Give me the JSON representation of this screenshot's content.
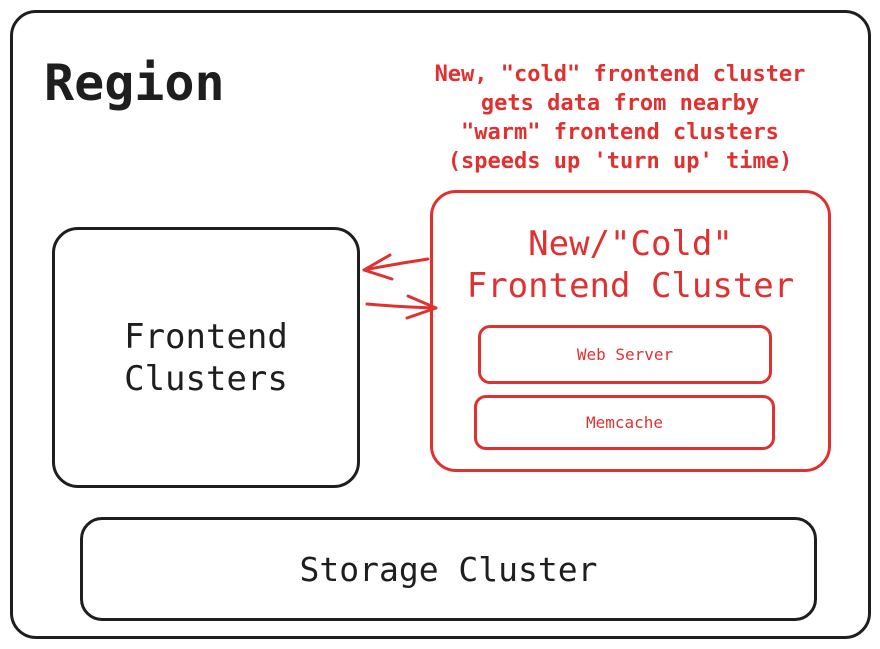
{
  "region": {
    "title": "Region"
  },
  "annotation": {
    "lines": [
      "New, \"cold\" frontend cluster",
      "gets data from nearby",
      "\"warm\" frontend clusters",
      "(speeds up 'turn up' time)"
    ]
  },
  "frontend_clusters": {
    "lines": [
      "Frontend",
      "Clusters"
    ]
  },
  "cold_cluster": {
    "title_lines": [
      "New/\"Cold\"",
      "Frontend Cluster"
    ],
    "web_server": "Web Server",
    "memcache": "Memcache"
  },
  "storage_cluster": {
    "label": "Storage Cluster"
  },
  "colors": {
    "stroke": "#1e1e1e",
    "accent": "#e03131"
  }
}
